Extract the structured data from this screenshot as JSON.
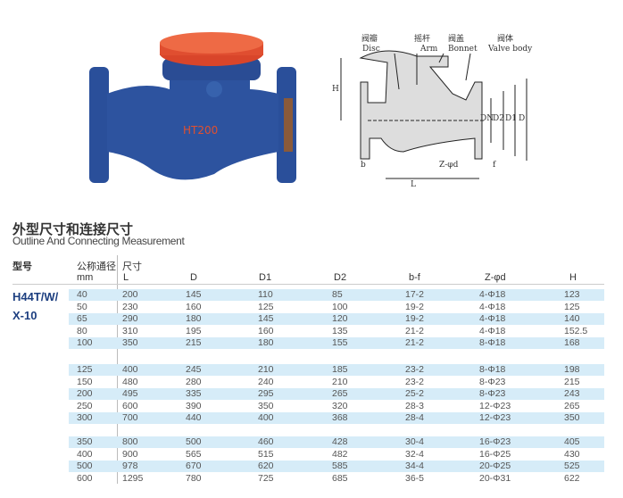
{
  "photo": {
    "casting_mark": "HT200"
  },
  "diagram": {
    "labels": [
      {
        "cn": "阀瓣",
        "en": "Disc"
      },
      {
        "cn": "摇杆",
        "en": "Arm"
      },
      {
        "cn": "阀盖",
        "en": "Bonnet"
      },
      {
        "cn": "阀体",
        "en": "Valve body"
      }
    ],
    "dims": {
      "H": "H",
      "DN": "DN",
      "D2": "D2",
      "D1": "D1",
      "D": "D",
      "b": "b",
      "f": "f",
      "Zphid": "Z-φd",
      "L": "L"
    }
  },
  "title": "外型尺寸和连接尺寸",
  "subtitle": "Outline And Connecting Measurement",
  "table": {
    "header": {
      "model": "型号",
      "nominal": "公称通径",
      "nominal_unit": "mm",
      "size": "尺寸",
      "cols": [
        "L",
        "D",
        "D1",
        "D2",
        "b-f",
        "Z-φd",
        "H"
      ]
    },
    "model_line1": "H44T/W/",
    "model_line2": "X-10",
    "groups": [
      [
        [
          "40",
          "200",
          "145",
          "110",
          "85",
          "17-2",
          "4-Φ18",
          "123"
        ],
        [
          "50",
          "230",
          "160",
          "125",
          "100",
          "19-2",
          "4-Φ18",
          "125"
        ],
        [
          "65",
          "290",
          "180",
          "145",
          "120",
          "19-2",
          "4-Φ18",
          "140"
        ],
        [
          "80",
          "310",
          "195",
          "160",
          "135",
          "21-2",
          "4-Φ18",
          "152.5"
        ],
        [
          "100",
          "350",
          "215",
          "180",
          "155",
          "21-2",
          "8-Φ18",
          "168"
        ]
      ],
      [
        [
          "125",
          "400",
          "245",
          "210",
          "185",
          "23-2",
          "8-Φ18",
          "198"
        ],
        [
          "150",
          "480",
          "280",
          "240",
          "210",
          "23-2",
          "8-Φ23",
          "215"
        ],
        [
          "200",
          "495",
          "335",
          "295",
          "265",
          "25-2",
          "8-Φ23",
          "243"
        ],
        [
          "250",
          "600",
          "390",
          "350",
          "320",
          "28-3",
          "12-Φ23",
          "265"
        ],
        [
          "300",
          "700",
          "440",
          "400",
          "368",
          "28-4",
          "12-Φ23",
          "350"
        ]
      ],
      [
        [
          "350",
          "800",
          "500",
          "460",
          "428",
          "30-4",
          "16-Φ23",
          "405"
        ],
        [
          "400",
          "900",
          "565",
          "515",
          "482",
          "32-4",
          "16-Φ25",
          "430"
        ],
        [
          "500",
          "978",
          "670",
          "620",
          "585",
          "34-4",
          "20-Φ25",
          "525"
        ],
        [
          "600",
          "1295",
          "780",
          "725",
          "685",
          "36-5",
          "20-Φ31",
          "622"
        ]
      ]
    ]
  }
}
